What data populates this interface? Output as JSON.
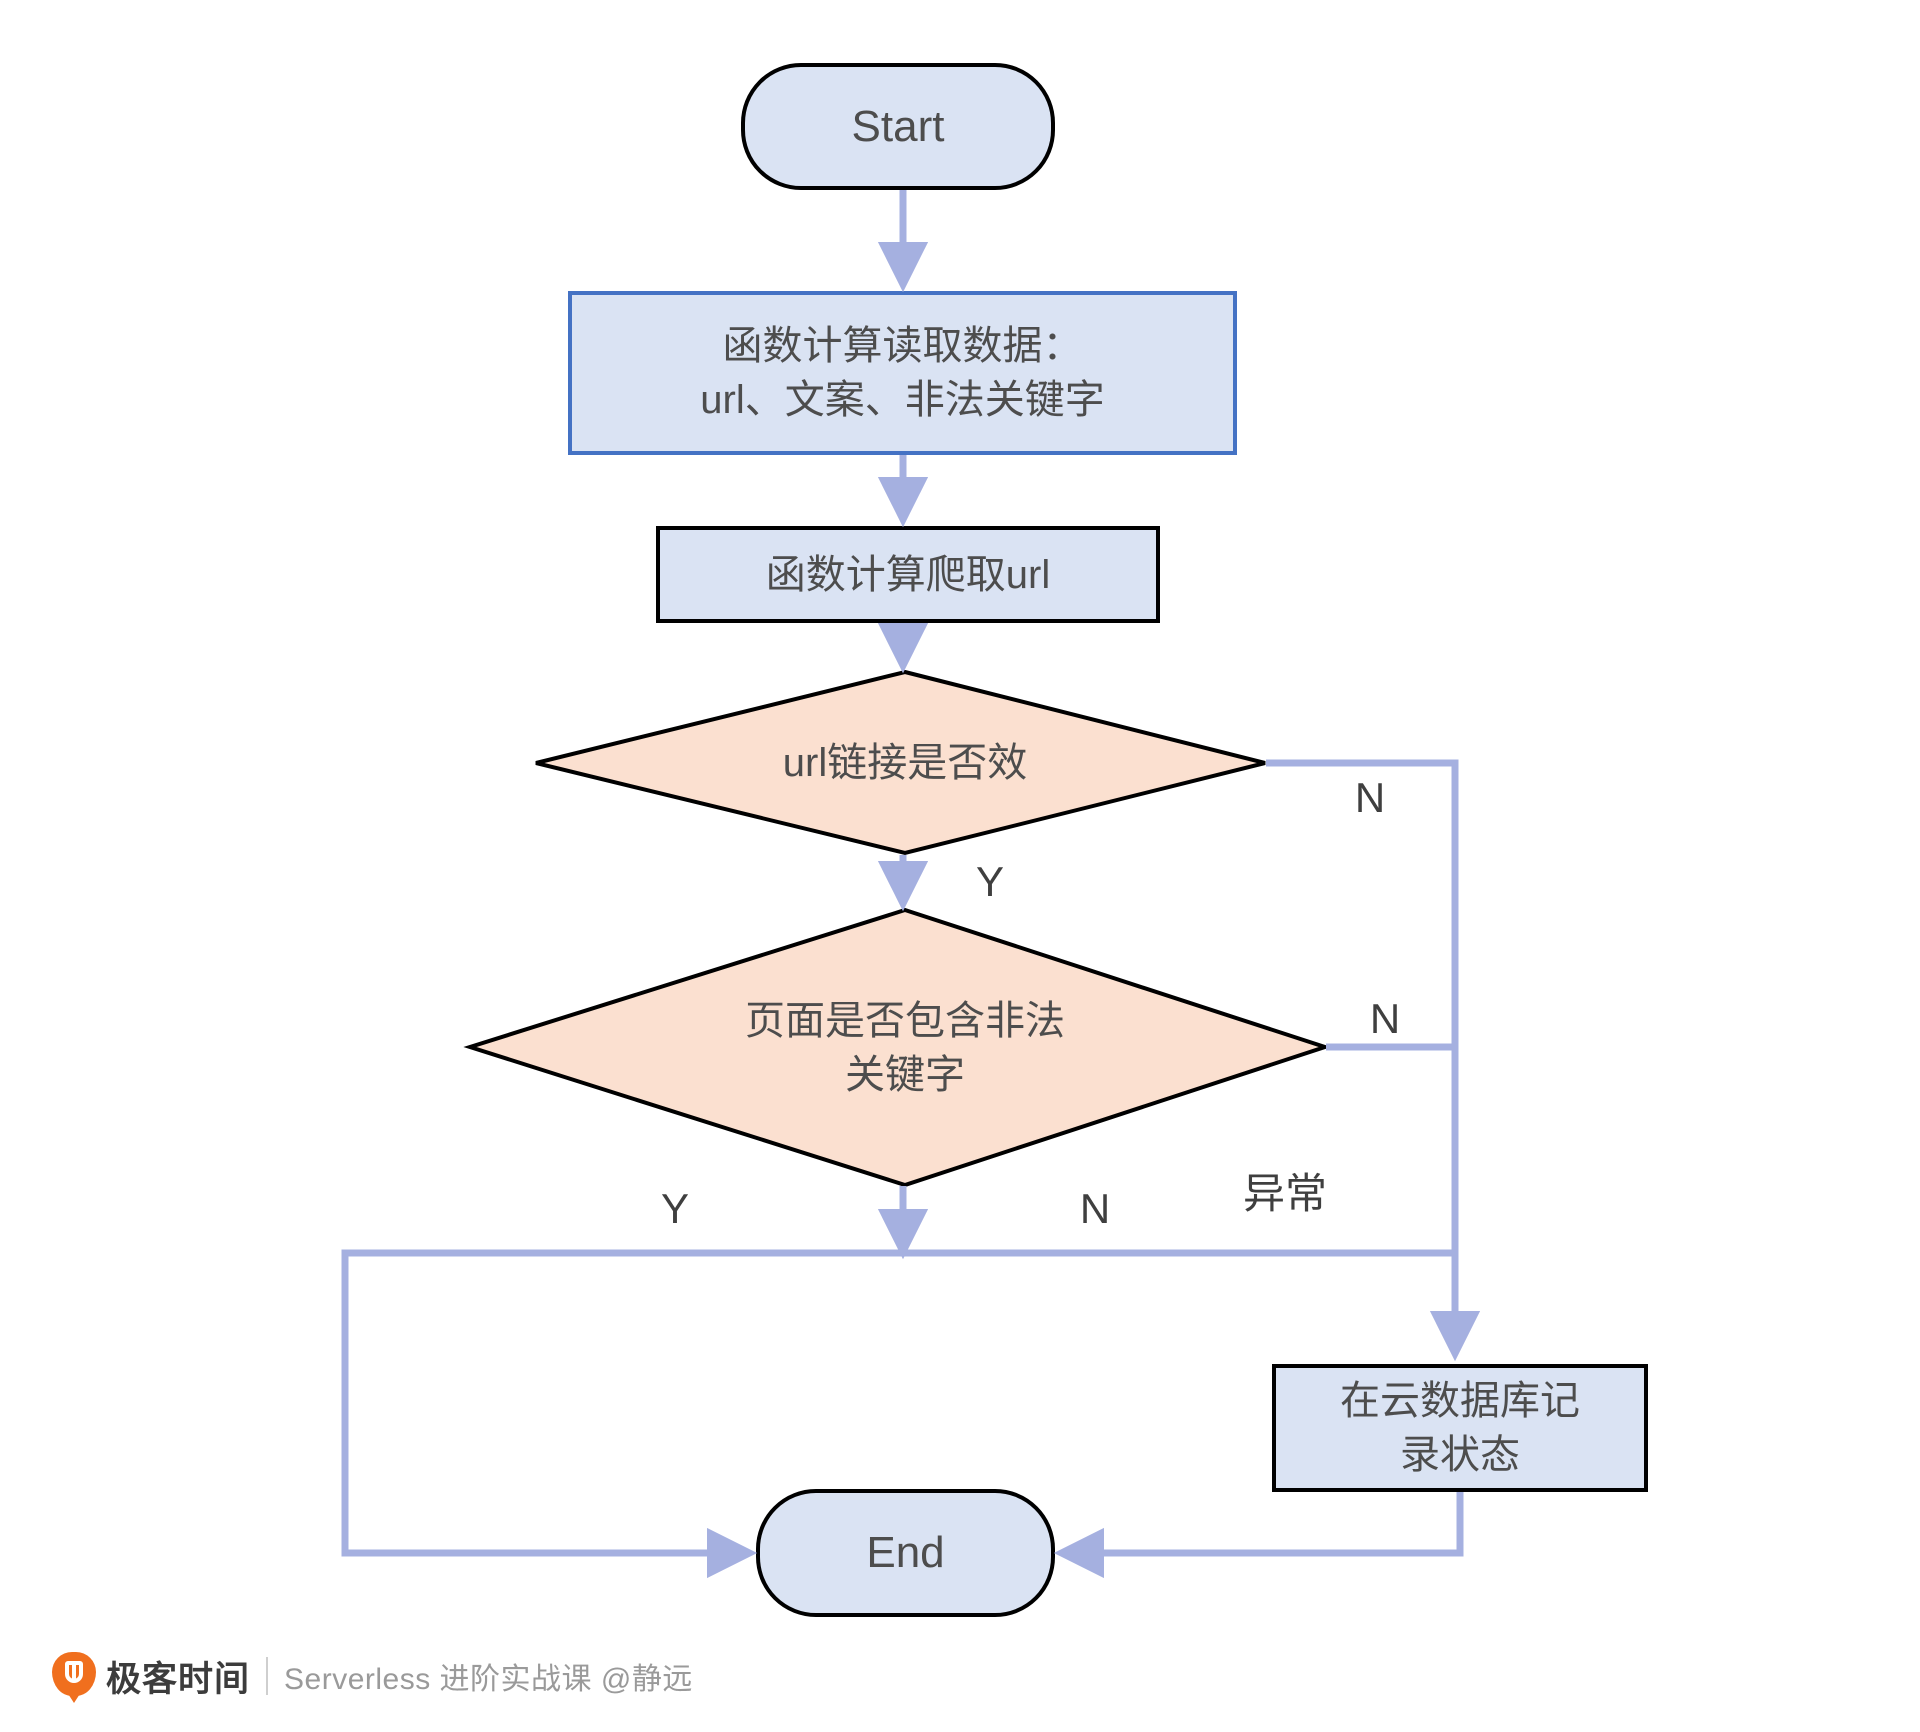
{
  "diagram": {
    "type": "flowchart",
    "title": "",
    "nodes": [
      {
        "id": "start",
        "shape": "terminator",
        "label": "Start",
        "fill": "#dae3f3",
        "stroke": "#000000"
      },
      {
        "id": "read",
        "shape": "process",
        "label": "函数计算读取数据：\nurl、文案、非法关键字",
        "fill": "#dae3f3",
        "stroke": "#4472c4"
      },
      {
        "id": "crawl",
        "shape": "process",
        "label": "函数计算爬取url",
        "fill": "#dae3f3",
        "stroke": "#000000"
      },
      {
        "id": "urlvalid",
        "shape": "decision",
        "label": "url链接是否效",
        "fill": "#fbe0d0",
        "stroke": "#000000"
      },
      {
        "id": "keyword",
        "shape": "decision",
        "label": "页面是否包含非法\n关键字",
        "fill": "#fbe0d0",
        "stroke": "#000000"
      },
      {
        "id": "record",
        "shape": "process",
        "label": "在云数据库记\n录状态",
        "fill": "#dae3f3",
        "stroke": "#000000"
      },
      {
        "id": "end",
        "shape": "terminator",
        "label": "End",
        "fill": "#dae3f3",
        "stroke": "#000000"
      }
    ],
    "edges": [
      {
        "from": "start",
        "to": "read",
        "label": ""
      },
      {
        "from": "read",
        "to": "crawl",
        "label": ""
      },
      {
        "from": "crawl",
        "to": "urlvalid",
        "label": ""
      },
      {
        "from": "urlvalid",
        "to": "keyword",
        "label": "Y"
      },
      {
        "from": "urlvalid",
        "to": "record",
        "label": "N"
      },
      {
        "from": "keyword",
        "to": "record",
        "label": "N"
      },
      {
        "from": "keyword",
        "to": "end",
        "label": "Y"
      },
      {
        "from": "keyword",
        "to": "end",
        "label": "N"
      },
      {
        "from": "urlvalid",
        "to": "record",
        "label": "异常"
      },
      {
        "from": "record",
        "to": "end",
        "label": ""
      }
    ],
    "edge_labels": {
      "url_no": "N",
      "keyword_no_right": "N",
      "url_yes": "Y",
      "bottom_yes": "Y",
      "bottom_no": "N",
      "exception": "异常"
    },
    "colors": {
      "connector": "#a5b0e0",
      "process_fill": "#dae3f3",
      "decision_fill": "#fbe0d0",
      "text": "#4d4d4d",
      "blue_stroke": "#4472c4",
      "black_stroke": "#000000"
    }
  },
  "footer": {
    "brand": "极客时间",
    "course": "Serverless 进阶实战课 @静远",
    "logo_icon": "geektime-pin-logo",
    "brand_color": "#f06f1e"
  }
}
